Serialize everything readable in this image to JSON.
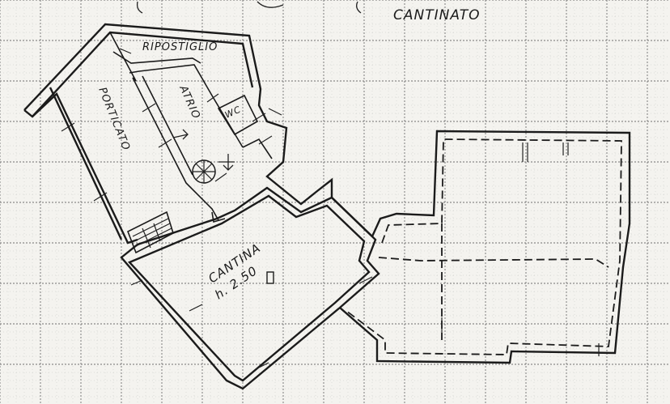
{
  "plan": {
    "title": "CANTINATO",
    "rooms": {
      "ripostiglio": "RIPOSTIGLIO",
      "atrio": "ATRIO",
      "porticato": "PORTICATO",
      "wc": "WC",
      "cantina": "CANTINA",
      "cantina_height": "h. 2.50"
    }
  },
  "colors": {
    "paper": "#f4f3ef",
    "grid_minor": "#b9b9b9",
    "grid_major": "#6f6f6f",
    "ink": "#1b1b1b"
  }
}
